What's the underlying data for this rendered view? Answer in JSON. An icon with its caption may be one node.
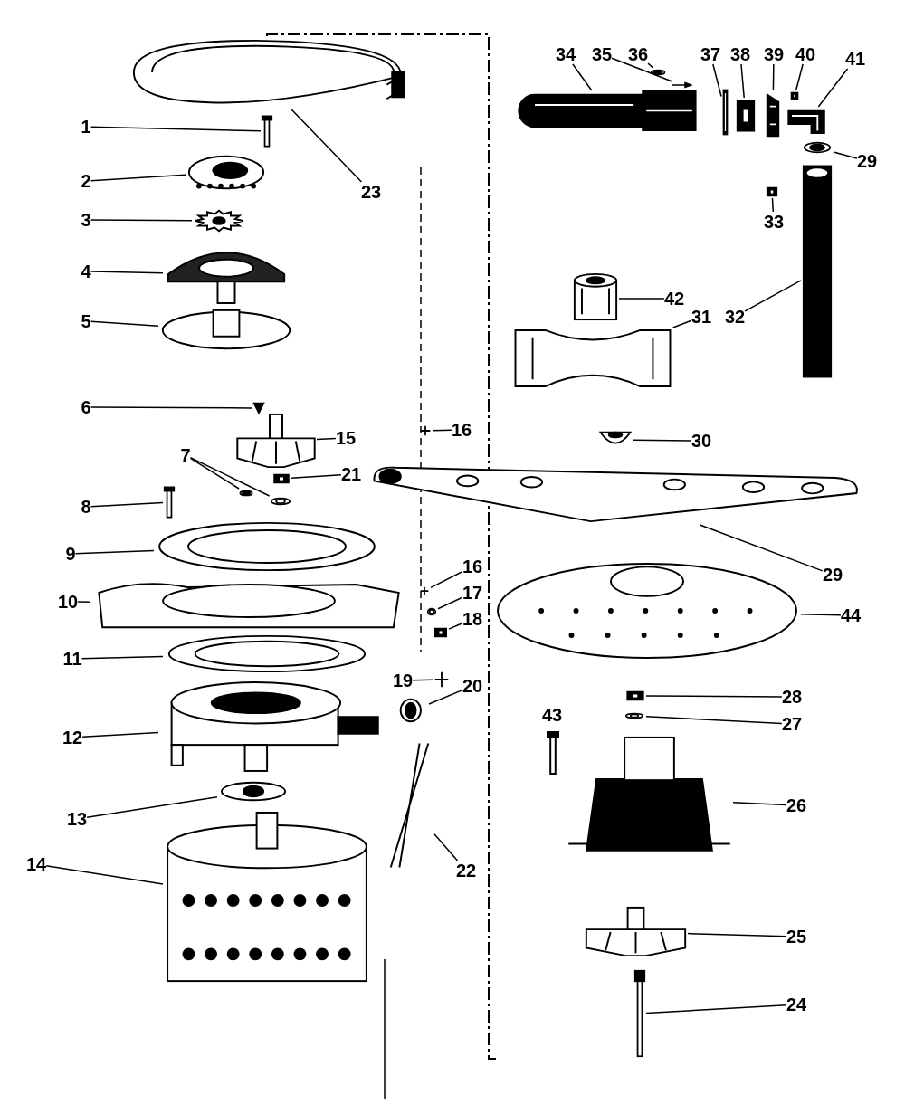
{
  "diagram": {
    "nodes": [
      {
        "text": [
          "1"
        ]
      },
      {
        "text": [],
        "shape": "picture"
      },
      {
        "text": [
          "2"
        ]
      },
      {
        "text": [],
        "shape": "picture"
      },
      {
        "text": [
          "3"
        ]
      },
      {
        "text": [],
        "shape": "picture"
      },
      {
        "text": [
          "4"
        ]
      },
      {
        "text": [],
        "shape": "picture"
      },
      {
        "text": [
          "5"
        ]
      },
      {
        "text": [],
        "shape": "picture"
      },
      {
        "text": [
          "6"
        ]
      },
      {
        "text": [],
        "shape": "picture"
      },
      {
        "text": [
          "15"
        ]
      },
      {
        "text": [],
        "shape": "picture"
      },
      {
        "text": [
          "7"
        ]
      },
      {
        "text": [],
        "shape": "picture"
      },
      {
        "text": [],
        "shape": "picture"
      },
      {
        "text": [
          "21"
        ]
      },
      {
        "text": [],
        "shape": "picture"
      },
      {
        "text": [
          "8"
        ]
      },
      {
        "text": [],
        "shape": "picture"
      },
      {
        "text": [
          "9"
        ]
      },
      {
        "text": [],
        "shape": "picture"
      },
      {
        "text": [
          "10"
        ]
      },
      {
        "text": [],
        "shape": "picture"
      },
      {
        "text": [
          "11"
        ]
      },
      {
        "text": [],
        "shape": "picture"
      },
      {
        "text": [
          "12"
        ]
      },
      {
        "text": [],
        "shape": "picture"
      },
      {
        "text": [
          "13"
        ]
      },
      {
        "text": [],
        "shape": "picture"
      },
      {
        "text": [
          "14"
        ]
      },
      {
        "text": [],
        "shape": "picture"
      },
      {
        "text": [
          "23"
        ]
      },
      {
        "text": [],
        "shape": "picture"
      },
      {
        "text": [
          "16"
        ]
      },
      {
        "text": [],
        "shape": "picture"
      },
      {
        "text": [
          "16"
        ]
      },
      {
        "text": [],
        "shape": "picture"
      },
      {
        "text": [
          "17"
        ]
      },
      {
        "text": [],
        "shape": "picture"
      },
      {
        "text": [
          "18"
        ]
      },
      {
        "text": [],
        "shape": "picture"
      },
      {
        "text": [
          "19"
        ]
      },
      {
        "text": [],
        "shape": "picture"
      },
      {
        "text": [
          "20"
        ]
      },
      {
        "text": [],
        "shape": "picture"
      },
      {
        "text": [
          "22"
        ]
      },
      {
        "text": [],
        "shape": "picture"
      },
      {
        "text": [
          "34"
        ]
      },
      {
        "text": [],
        "shape": "picture"
      },
      {
        "text": [
          "35"
        ]
      },
      {
        "text": [],
        "shape": "picture"
      },
      {
        "text": [
          "36"
        ]
      },
      {
        "text": [],
        "shape": "picture"
      },
      {
        "text": [
          "37"
        ]
      },
      {
        "text": [],
        "shape": "picture"
      },
      {
        "text": [
          "38"
        ]
      },
      {
        "text": [],
        "shape": "picture"
      },
      {
        "text": [
          "39"
        ]
      },
      {
        "text": [],
        "shape": "picture"
      },
      {
        "text": [
          "40"
        ]
      },
      {
        "text": [],
        "shape": "picture"
      },
      {
        "text": [
          "41"
        ]
      },
      {
        "text": [],
        "shape": "picture"
      },
      {
        "text": [
          "29"
        ]
      },
      {
        "text": [],
        "shape": "picture"
      },
      {
        "text": [
          "33"
        ]
      },
      {
        "text": [],
        "shape": "picture"
      },
      {
        "text": [
          "42"
        ]
      },
      {
        "text": [],
        "shape": "picture"
      },
      {
        "text": [
          "31"
        ]
      },
      {
        "text": [],
        "shape": "picture"
      },
      {
        "text": [
          "32"
        ]
      },
      {
        "text": [],
        "shape": "picture"
      },
      {
        "text": [
          "30"
        ]
      },
      {
        "text": [],
        "shape": "picture"
      },
      {
        "text": [
          "29"
        ]
      },
      {
        "text": [],
        "shape": "picture"
      },
      {
        "text": [
          "44"
        ]
      },
      {
        "text": [],
        "shape": "picture"
      },
      {
        "text": [
          "28"
        ]
      },
      {
        "text": [],
        "shape": "picture"
      },
      {
        "text": [
          "27"
        ]
      },
      {
        "text": [],
        "shape": "picture"
      },
      {
        "text": [
          "26"
        ]
      },
      {
        "text": [],
        "shape": "picture"
      },
      {
        "text": [
          "25"
        ]
      },
      {
        "text": [],
        "shape": "picture"
      },
      {
        "text": [
          "24"
        ]
      },
      {
        "text": [],
        "shape": "picture"
      }
    ],
    "edges": [
      {
        "from": 0,
        "to": 1,
        "arrow": "none"
      },
      {
        "from": 2,
        "to": 3,
        "arrow": "none"
      },
      {
        "from": 4,
        "to": 5,
        "arrow": "none"
      },
      {
        "from": 6,
        "to": 7,
        "arrow": "none"
      },
      {
        "from": 8,
        "to": 9,
        "arrow": "none"
      },
      {
        "from": 10,
        "to": 11,
        "arrow": "none"
      },
      {
        "from": 12,
        "to": 13,
        "arrow": "none"
      },
      {
        "from": 14,
        "to": 15,
        "arrow": "none"
      },
      {
        "from": 14,
        "to": 16,
        "arrow": "none"
      },
      {
        "from": 17,
        "to": 18,
        "arrow": "none"
      },
      {
        "from": 19,
        "to": 20,
        "arrow": "none"
      },
      {
        "from": 21,
        "to": 22,
        "arrow": "none"
      },
      {
        "from": 23,
        "to": 24,
        "arrow": "none"
      },
      {
        "from": 25,
        "to": 26,
        "arrow": "none"
      },
      {
        "from": 27,
        "to": 28,
        "arrow": "none"
      },
      {
        "from": 29,
        "to": 30,
        "arrow": "none"
      },
      {
        "from": 31,
        "to": 32,
        "arrow": "none"
      },
      {
        "from": 33,
        "to": 34,
        "arrow": "none"
      },
      {
        "from": 35,
        "to": 36,
        "arrow": "none"
      },
      {
        "from": 37,
        "to": 38,
        "arrow": "none"
      },
      {
        "from": 39,
        "to": 40,
        "arrow": "none"
      },
      {
        "from": 41,
        "to": 42,
        "arrow": "none"
      },
      {
        "from": 43,
        "to": 44,
        "arrow": "none"
      },
      {
        "from": 45,
        "to": 46,
        "arrow": "none"
      },
      {
        "from": 47,
        "to": 48,
        "arrow": "none"
      },
      {
        "from": 49,
        "to": 50,
        "arrow": "none"
      },
      {
        "from": 51,
        "to": 52,
        "arrow": "none"
      },
      {
        "from": 53,
        "to": 54,
        "arrow": "none"
      },
      {
        "from": 55,
        "to": 56,
        "arrow": "none"
      },
      {
        "from": 57,
        "to": 58,
        "arrow": "none"
      },
      {
        "from": 59,
        "to": 60,
        "arrow": "none"
      },
      {
        "from": 61,
        "to": 62,
        "arrow": "none"
      },
      {
        "from": 63,
        "to": 64,
        "arrow": "none"
      },
      {
        "from": 65,
        "to": 66,
        "arrow": "none"
      },
      {
        "from": 67,
        "to": 68,
        "arrow": "none"
      },
      {
        "from": 69,
        "to": 70,
        "arrow": "none"
      },
      {
        "from": 71,
        "to": 72,
        "arrow": "none"
      },
      {
        "from": 73,
        "to": 74,
        "arrow": "none"
      },
      {
        "from": 75,
        "to": 76,
        "arrow": "none"
      },
      {
        "from": 77,
        "to": 78,
        "arrow": "none"
      },
      {
        "from": 79,
        "to": 80,
        "arrow": "none"
      },
      {
        "from": 81,
        "to": 82,
        "arrow": "none"
      },
      {
        "from": 83,
        "to": 84,
        "arrow": "none"
      },
      {
        "from": 85,
        "to": 86,
        "arrow": "none"
      },
      {
        "from": 87,
        "to": 88,
        "arrow": "none"
      },
      {
        "from": 89,
        "to": 90,
        "arrow": "none"
      }
    ],
    "labels": [
      "43"
    ]
  }
}
